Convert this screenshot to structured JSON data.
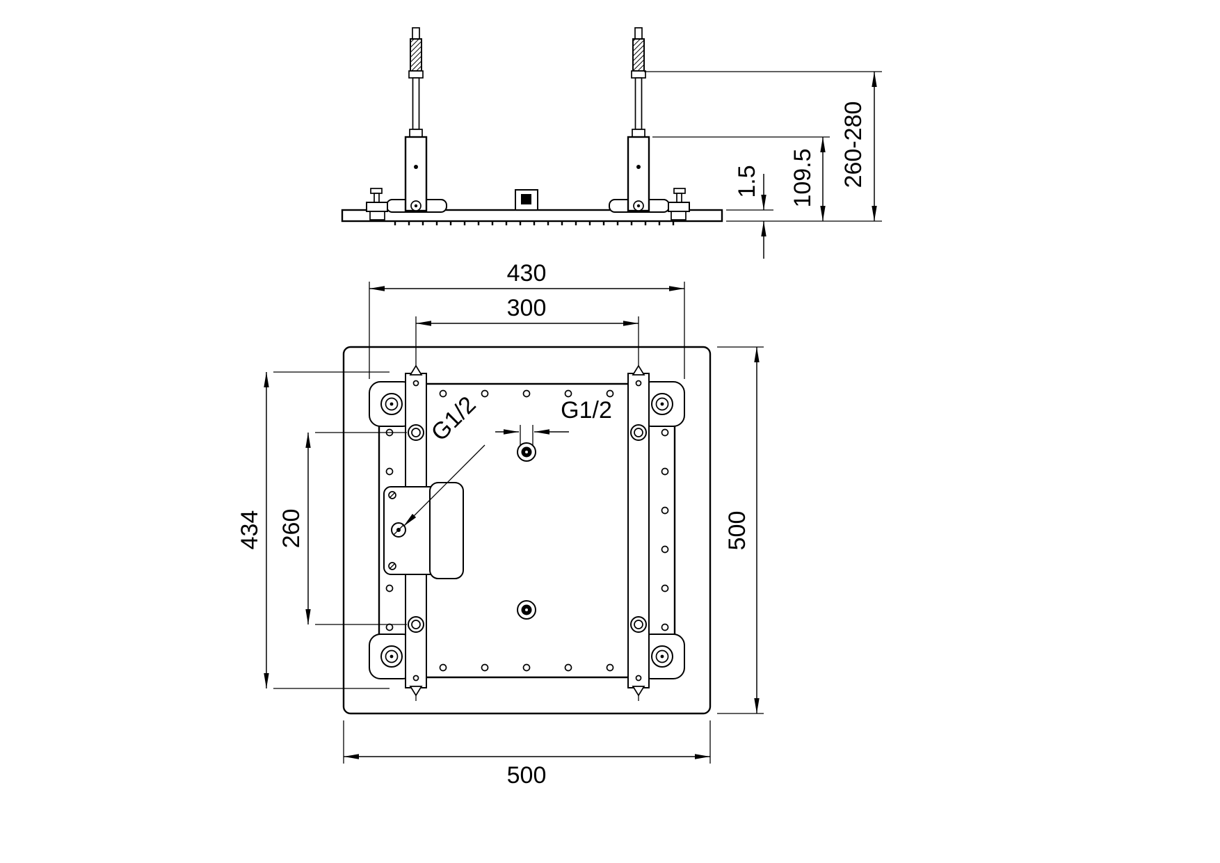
{
  "colors": {
    "line": "#000000",
    "background": "#ffffff"
  },
  "side_view": {
    "plate_thickness": "1.5",
    "bracket_height": "109.5",
    "adjustment_range": "260-280"
  },
  "plan_view": {
    "mounting_width": "430",
    "rail_spacing": "300",
    "mounting_height": "434",
    "bracket_hole_spacing": "260",
    "outer_width": "500",
    "outer_height": "500",
    "thread_label_side": "G1/2",
    "thread_label_center": "G1/2"
  }
}
